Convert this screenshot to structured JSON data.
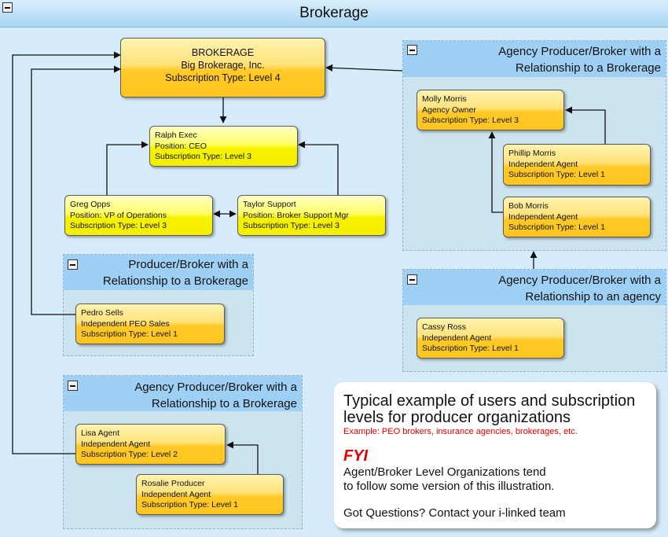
{
  "title": "Brokerage",
  "main_node": {
    "name": "BROKERAGE",
    "company": "Big Brokerage, Inc.",
    "subscription": "Subscription Type: Level 4"
  },
  "nodes": {
    "ralph": [
      "Ralph Exec",
      "Position: CEO",
      "Subscription Type: Level 3"
    ],
    "greg": [
      "Greg Opps",
      "Position: VP of Operations",
      "Subscription Type: Level 3"
    ],
    "taylor": [
      "Taylor Support",
      "Position: Broker Support Mgr",
      "Subscription Type: Level 3"
    ],
    "pedro": [
      "Pedro Sells",
      "Independent PEO Sales",
      "Subscription Type: Level 1"
    ],
    "lisa": [
      "Lisa Agent",
      "Independent Agent",
      "Subscription Type: Level 2"
    ],
    "rosalie": [
      "Rosalie Producer",
      "Independent Agent",
      "Subscription Type: Level 1"
    ],
    "molly": [
      "Molly Morris",
      "Agency Owner",
      "Subscription Type: Level 3"
    ],
    "phillip": [
      "Phillip Morris",
      "Independent Agent",
      "Subscription Type: Level 1"
    ],
    "bob": [
      "Bob Morris",
      "Independent Agent",
      "Subscription Type: Level 1"
    ],
    "cassy": [
      "Cassy Ross",
      "Independent Agent",
      "Subscription Type: Level 1"
    ]
  },
  "groups": {
    "producer_broker": [
      "Producer/Broker with a",
      "Relationship to a Brokerage"
    ],
    "agency_left": [
      "Agency Producer/Broker with a",
      "Relationship to a Brokerage"
    ],
    "agency_right_top": [
      "Agency Producer/Broker with a",
      "Relationship to a Brokerage"
    ],
    "agency_right_bottom": [
      "Agency Producer/Broker with a",
      "Relationship to an agency"
    ]
  },
  "info": {
    "heading_1": "Typical example of users and subscription",
    "heading_2": "levels for producer organizations",
    "example": "Example: PEO brokers, insurance agencies, brokerages,  etc.",
    "fyi": "FYI",
    "para_1": "Agent/Broker Level Organizations tend",
    "para_2": "to follow some version of this illustration.",
    "questions": "Got Questions?   Contact your i-linked team"
  }
}
